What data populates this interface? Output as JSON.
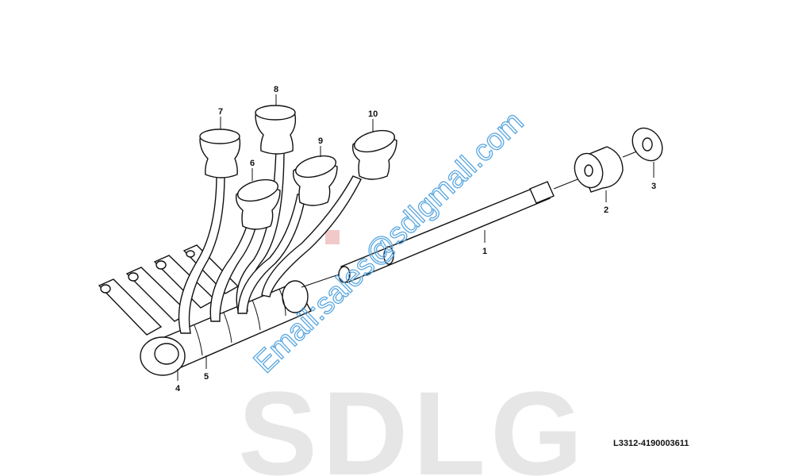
{
  "watermark": {
    "brand": "SDLG",
    "email": "Email:sales@sdlgmall.com"
  },
  "drawing_code": "L3312-4190003611",
  "callouts": [
    "1",
    "2",
    "3",
    "4",
    "5",
    "6",
    "7",
    "8",
    "9",
    "10"
  ]
}
